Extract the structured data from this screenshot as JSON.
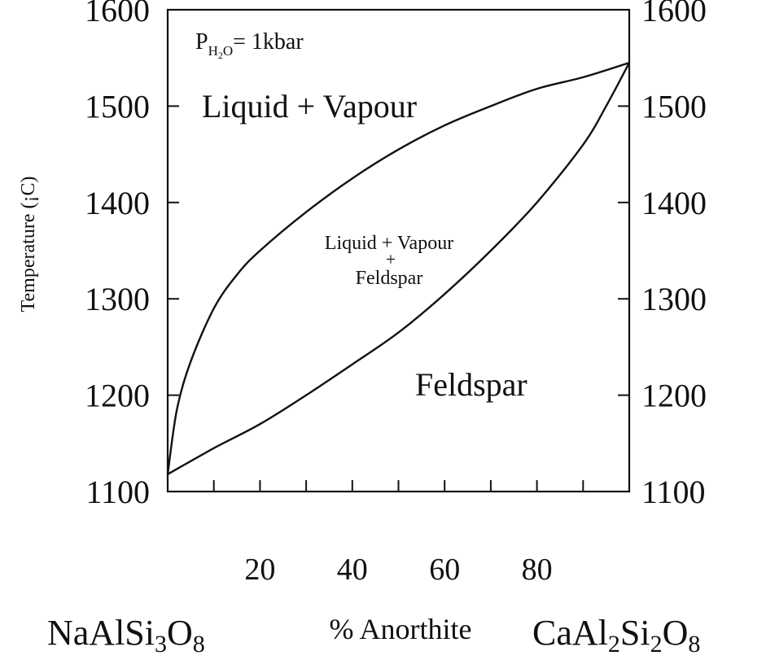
{
  "chart_data": {
    "type": "line",
    "title": "",
    "pressure_label": {
      "main": "P",
      "sub_h": "H",
      "sub_2": "2",
      "sub_o": "O",
      "rest": "= 1kbar"
    },
    "ylabel": "Temperature (¡C)",
    "xlabel": "% Anorthite",
    "xlim": [
      0,
      100
    ],
    "ylim": [
      1100,
      1600
    ],
    "yticks": [
      1100,
      1200,
      1300,
      1400,
      1500,
      1600
    ],
    "xtick_labels": [
      20,
      40,
      60,
      80
    ],
    "x_minor_ticks": [
      10,
      20,
      30,
      40,
      50,
      60,
      70,
      80,
      90
    ],
    "endmember_left": {
      "main1": "NaAlSi",
      "sub1": "3",
      "main2": "O",
      "sub2": "8"
    },
    "endmember_right": {
      "main1": "CaAl",
      "sub1": "2",
      "main2": "Si",
      "sub2": "2",
      "main3": "O",
      "sub3": "8"
    },
    "series": [
      {
        "name": "liquidus",
        "x": [
          0,
          2,
          5,
          10,
          15,
          20,
          30,
          40,
          50,
          60,
          70,
          80,
          90,
          100
        ],
        "y": [
          1118,
          1185,
          1235,
          1290,
          1325,
          1350,
          1390,
          1425,
          1455,
          1480,
          1500,
          1518,
          1530,
          1545
        ]
      },
      {
        "name": "solidus",
        "x": [
          0,
          10,
          20,
          30,
          40,
          50,
          60,
          70,
          80,
          90,
          95,
          100
        ],
        "y": [
          1118,
          1145,
          1170,
          1200,
          1232,
          1265,
          1305,
          1350,
          1400,
          1460,
          1500,
          1545
        ]
      }
    ],
    "annotations": {
      "field_top": "Liquid + Vapour",
      "field_mid_line1": "Liquid + Vapour",
      "field_mid_plus": "+",
      "field_mid_line2": "Feldspar",
      "field_bottom": "Feldspar"
    },
    "grid": false,
    "legend": "none"
  }
}
